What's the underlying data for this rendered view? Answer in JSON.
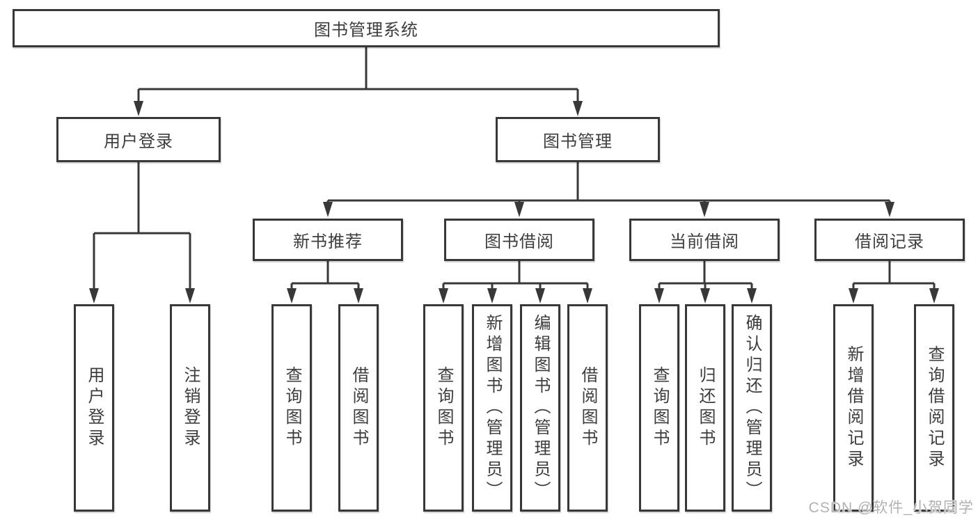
{
  "diagram": {
    "root": {
      "label": "图书管理系统"
    },
    "level2": [
      {
        "label": "用户登录"
      },
      {
        "label": "图书管理"
      }
    ],
    "level3": [
      {
        "label": "新书推荐"
      },
      {
        "label": "图书借阅"
      },
      {
        "label": "当前借阅"
      },
      {
        "label": "借阅记录"
      }
    ],
    "leaves": [
      {
        "label": "用户登录"
      },
      {
        "label": "注销登录"
      },
      {
        "label": "查询图书"
      },
      {
        "label": "借阅图书"
      },
      {
        "label": "查询图书"
      },
      {
        "label": "新增图书（管理员）"
      },
      {
        "label": "编辑图书（管理员）"
      },
      {
        "label": "借阅图书"
      },
      {
        "label": "查询图书"
      },
      {
        "label": "归还图书"
      },
      {
        "label": "确认归还（管理员）"
      },
      {
        "label": "新增借阅记录"
      },
      {
        "label": "查询借阅记录"
      }
    ],
    "watermark": "CSDN @软件_小贺同学",
    "colors": {
      "line": "#383838",
      "text": "#3d3d3d",
      "watermark": "#b1b1b1",
      "background": "#ffffff"
    }
  }
}
